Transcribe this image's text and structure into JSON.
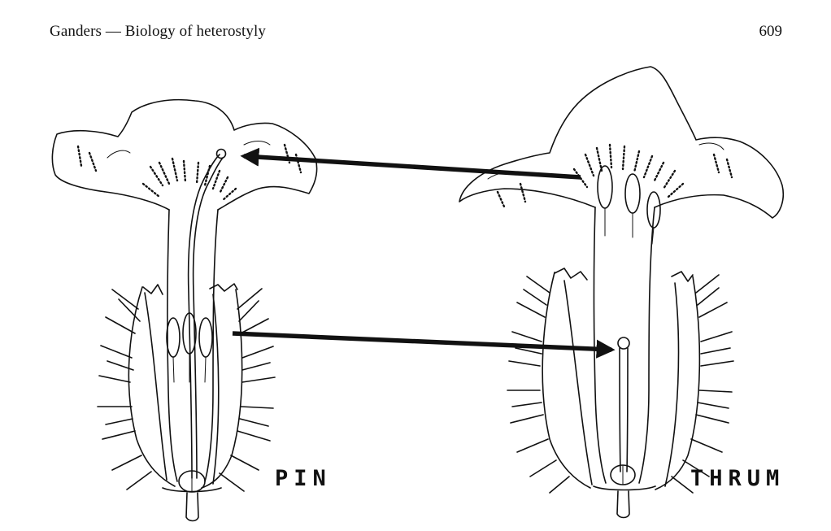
{
  "header": {
    "running_title": "Ganders — Biology of heterostyly",
    "page_number": "609"
  },
  "figure": {
    "labels": {
      "pin": "PIN",
      "thrum": "THRUM"
    }
  },
  "colors": {
    "ink": "#111111",
    "paper": "#ffffff"
  }
}
